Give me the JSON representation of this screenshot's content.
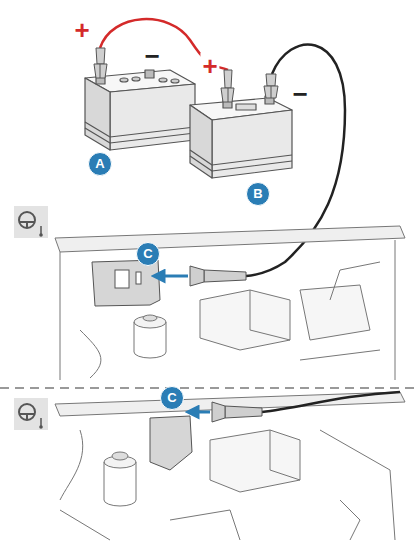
{
  "diagram": {
    "labels": [
      "+",
      "−",
      "+",
      "−",
      "A",
      "B",
      "C",
      "C"
    ]
  }
}
